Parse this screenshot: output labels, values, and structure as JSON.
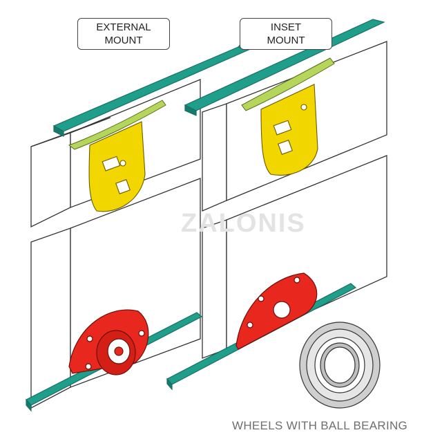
{
  "labels": {
    "external_line1": "EXTERNAL",
    "external_line2": "MOUNT",
    "inset_line1": "INSET",
    "inset_line2": "MOUNT"
  },
  "caption": "WHEELS WITH BALL BEARING",
  "watermark": "ZALONIS",
  "colors": {
    "track": "#1f9e8c",
    "hanger": "#f2d600",
    "guide_plate": "#b5d65a",
    "wheel": "#e8281e",
    "door": "#ffffff",
    "outline": "#333333",
    "bearing_metal": "#9a9a9a",
    "caption_text": "#6e6e6e",
    "watermark": "#e3e3e3"
  }
}
